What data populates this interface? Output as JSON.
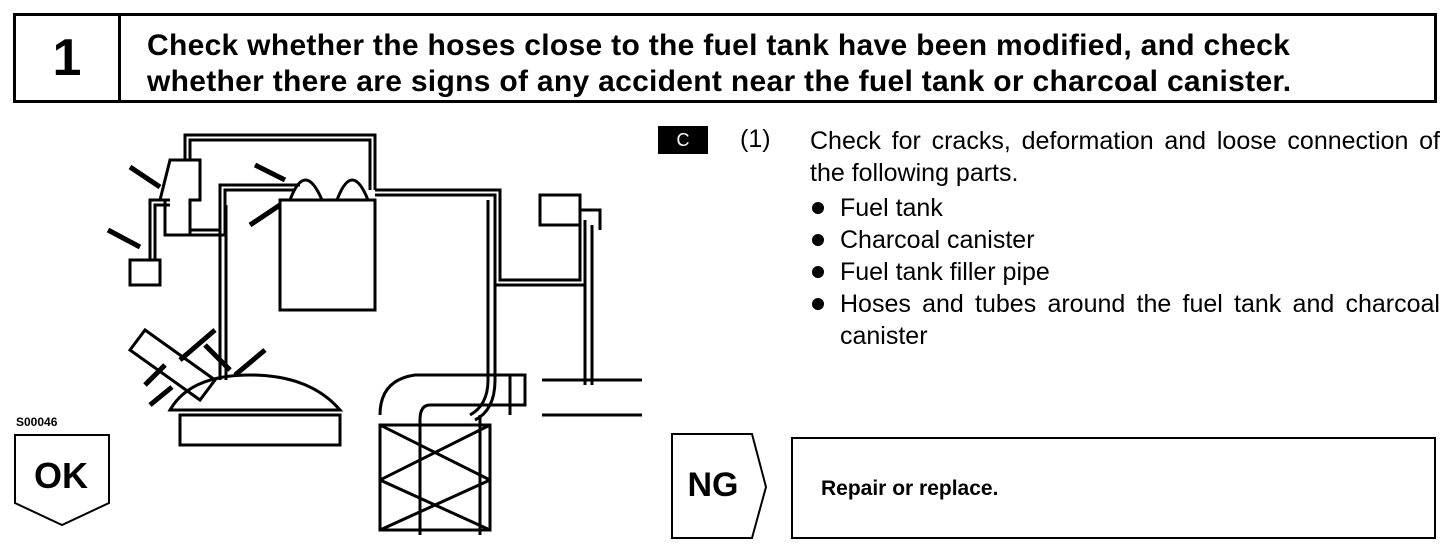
{
  "step": {
    "number": "1",
    "title_line1": "Check whether the hoses close to the fuel tank have been modified, and check",
    "title_line2": "whether there are signs of any accident near the fuel tank or charcoal canister."
  },
  "diagram": {
    "code": "S00046"
  },
  "instruction": {
    "badge": "C",
    "number": "(1)",
    "text": "Check for cracks, deformation and loose connection of the following parts.",
    "items": [
      "Fuel tank",
      "Charcoal canister",
      "Fuel tank filler pipe",
      "Hoses and tubes around the fuel tank and charcoal canister"
    ]
  },
  "ok": {
    "label": "OK"
  },
  "ng": {
    "label": "NG",
    "result": "Repair or replace."
  }
}
